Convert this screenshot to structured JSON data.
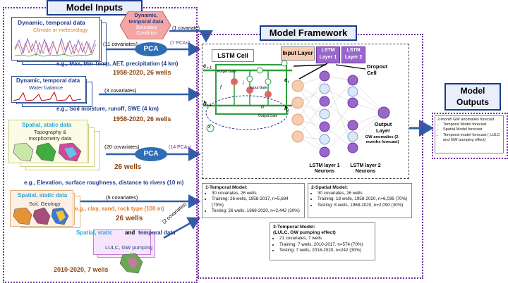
{
  "titles": {
    "inputs": "Model Inputs",
    "framework": "Model Framework",
    "outputs_line1": "Model",
    "outputs_line2": "Outputs"
  },
  "inputs": {
    "dyn_climate": {
      "title": "Dynamic, temporal data",
      "subtitle": "Climate or meteorology",
      "covariates": "(11 covariates)",
      "pcas": "(7 PCAs)",
      "example": "e.g., Max, Min Temp, AET, precipitation (4 km)",
      "period": "1958-2020, 26 wells"
    },
    "boundary": {
      "title": "Dynamic, temporal data",
      "subtitle": "Boundary Condition",
      "covariates": "(1 covariate)"
    },
    "water_balance": {
      "title": "Dynamic, temporal data",
      "subtitle": "Water balance",
      "covariates": "(3 covariates)",
      "example": "e.g., Soil moisture, runoff, SWE (4 km)",
      "period": "1958-2020, 26 wells"
    },
    "topography": {
      "title": "Spatial, static data",
      "subtitle": "Topography & morphometry data",
      "covariates": "(20 covariates)",
      "pcas": "(14 PCAs)",
      "wells": "26 wells",
      "example": "e.g., Elevation, surface roughness, distance to rivers (10 m)"
    },
    "soil": {
      "title": "Spatial, static data",
      "subtitle": "Soil, Geology",
      "covariates": "(5 covariates)",
      "example": "e.g., clay, sand, rock type (100 m)",
      "wells": "26 wells"
    },
    "lulc": {
      "title_a": "Spatial, static",
      "title_and": "and",
      "title_b": "temporal data",
      "subtitle": "LULC, GW pumping",
      "covariates": "(2 covariates)",
      "period": "2010-2020, 7 wells"
    },
    "pca_label": "PCA"
  },
  "framework": {
    "lstm_cell": "LSTM Cell",
    "input_layer": "Input Layer",
    "lstm_layer1": "LSTM Layer 1",
    "lstm_layer2": "LSTM Layer 2",
    "dropout": "Dropout Cell",
    "output_layer": "Output Layer",
    "output_note": "GW anomalies (2-months forecast)",
    "neurons1": "LSTM layer 1 Neurons",
    "neurons2": "LSTM layer 2 Neurons",
    "gates": {
      "forget": "Forget Gate",
      "input": "Input Gate",
      "output": "Output Gate"
    },
    "cell_symbols": [
      "c",
      "t-1",
      "h",
      "t-1",
      "x",
      "t",
      "h",
      "t",
      "c",
      "t",
      "h",
      "t",
      "f",
      "t",
      "i",
      "t",
      "o",
      "t",
      "c̃",
      "t"
    ]
  },
  "models": {
    "m1": {
      "title": "1-Temporal Model:",
      "items": [
        "30 covariates, 26 wells",
        "Training: 26 wells, 1958-2017, n=5,684 (70%)",
        "Testing: 26 wells, 1968-2020, n=2,442 (30%)"
      ]
    },
    "m2": {
      "title": "2-Spatial Model:",
      "items": [
        "30 covariates, 26 wells",
        "Training: 18 wells, 1958-2020, n=6,036 (70%)",
        "Testing: 8 wells, 1968-2020, n=2,090 (30%)"
      ]
    },
    "m3": {
      "title": "3-Temporal Model:",
      "title2": "(LULC, GW pumping effect)",
      "items": [
        "21 covariates, 7 wells",
        "Training: 7 wells, 2010-2017, n=574 (70%)",
        "Testing: 7 wells, 2016-2020, n=242 (30%)"
      ]
    }
  },
  "outputs": {
    "head": "2-month GW anomalies forecast",
    "items": [
      "Temporal Model forecast",
      "Spatial Model forecast",
      "Temporal model  forecast ( LULC and GW pumping effect)"
    ]
  },
  "colors": {
    "arrow": "#2f5ea8",
    "purple_dotted": "#7030a0",
    "lstm_green": "#2e9e3e",
    "neuron_purple": "#9966cc",
    "input_orange": "#f6cdb0",
    "pca_blue": "#2f6db5",
    "boundary_pink": "#f4a6a6",
    "dyn_title": "#1f3c88",
    "spatial_title": "#2aa7d8",
    "example_blue": "#1f3c88",
    "period_brown": "#8b4513"
  }
}
